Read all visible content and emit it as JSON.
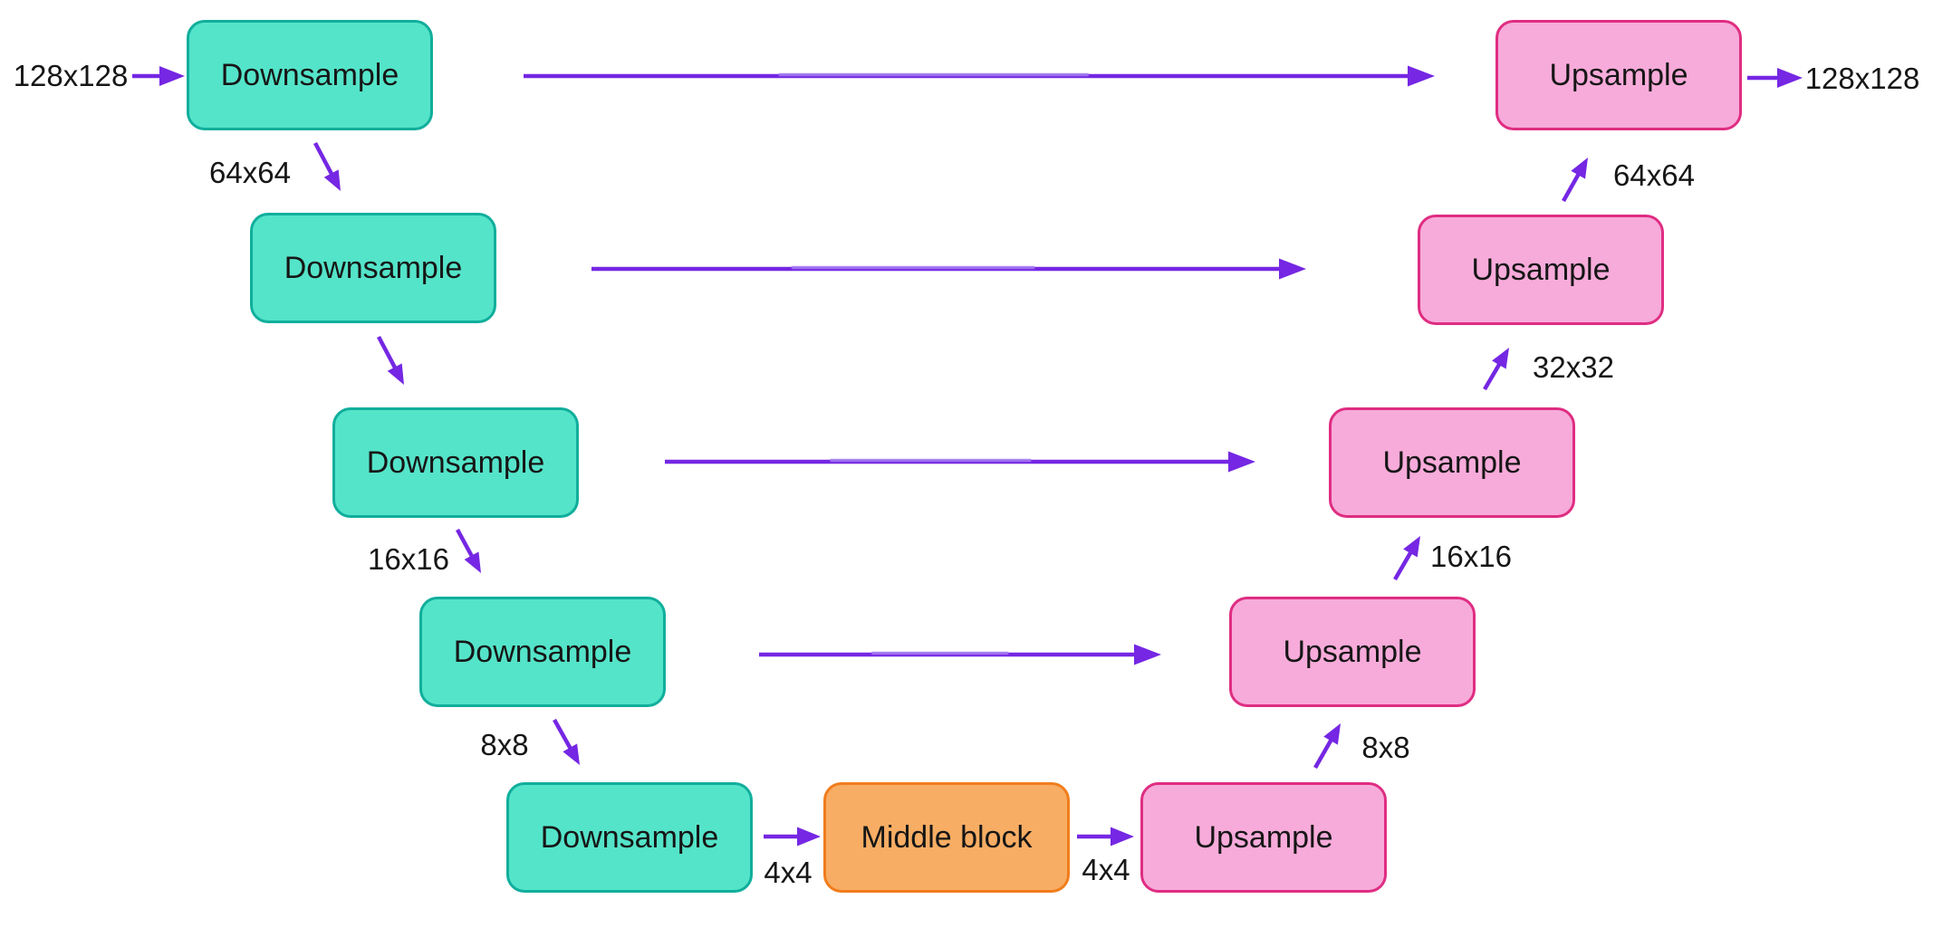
{
  "diagram": {
    "io": {
      "input": "128x128",
      "output": "128x128"
    },
    "blocks": [
      {
        "id": "down-1",
        "label": "Downsample"
      },
      {
        "id": "down-2",
        "label": "Downsample"
      },
      {
        "id": "down-3",
        "label": "Downsample"
      },
      {
        "id": "down-4",
        "label": "Downsample"
      },
      {
        "id": "down-5",
        "label": "Downsample"
      },
      {
        "id": "middle",
        "label": "Middle block"
      },
      {
        "id": "up-5",
        "label": "Upsample"
      },
      {
        "id": "up-4",
        "label": "Upsample"
      },
      {
        "id": "up-3",
        "label": "Upsample"
      },
      {
        "id": "up-2",
        "label": "Upsample"
      },
      {
        "id": "up-1",
        "label": "Upsample"
      }
    ],
    "dim_labels": [
      {
        "id": "left-64x64",
        "text": "64x64"
      },
      {
        "id": "left-16x16",
        "text": "16x16"
      },
      {
        "id": "left-8x8",
        "text": "8x8"
      },
      {
        "id": "left-4x4",
        "text": "4x4"
      },
      {
        "id": "right-4x4",
        "text": "4x4"
      },
      {
        "id": "right-8x8",
        "text": "8x8"
      },
      {
        "id": "right-16x16",
        "text": "16x16"
      },
      {
        "id": "right-32x32",
        "text": "32x32"
      },
      {
        "id": "right-64x64",
        "text": "64x64"
      }
    ],
    "colors": {
      "background": "#FFFFFF",
      "text": "#161616",
      "arrow": "#7527E3",
      "arrow_light": "#A47DF0",
      "downsample_fill": "#54E4C9",
      "downsample_border": "#10AE9C",
      "middle_fill": "#F8AD64",
      "middle_border": "#F07D1C",
      "upsample_fill": "#F7ABDA",
      "upsample_border": "#DF2D82"
    }
  }
}
